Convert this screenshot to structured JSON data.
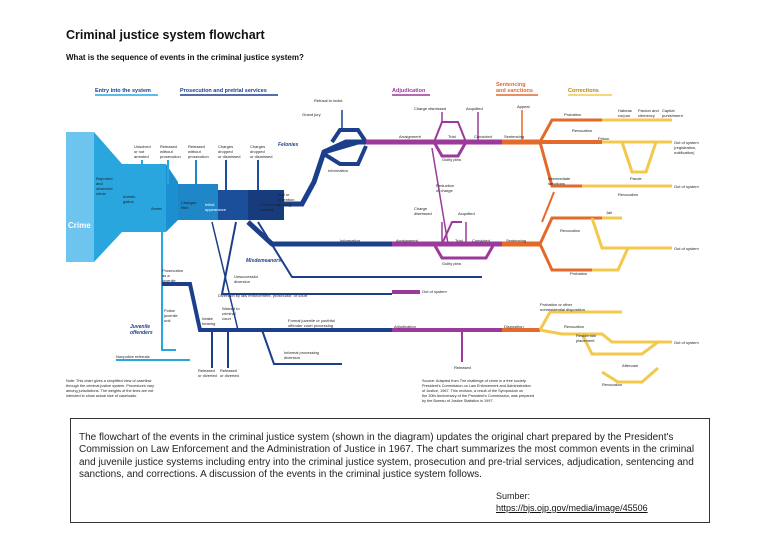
{
  "header": {
    "title": "Criminal justice system flowchart",
    "question": "What is the sequence of events in the criminal justice system?"
  },
  "diagram": {
    "sections": {
      "entry": "Entry into the system",
      "prosecution": "Prosecution and pretrial services",
      "adjudication": "Adjudication",
      "sentencing_1": "Sentencing",
      "sentencing_2": "and sanctions",
      "corrections": "Corrections"
    },
    "colors": {
      "entry": "#2aa6df",
      "entry_light": "#6cc4ef",
      "prosecution": "#1b3f8a",
      "adjudication": "#9b3a9b",
      "sentencing": "#e36a2a",
      "corrections": "#f2c94c"
    },
    "labels": {
      "crime": "Crime",
      "reported_1": "Reported",
      "reported_2": "and",
      "reported_3": "observed",
      "reported_4": "crime",
      "investigation_1": "Investi-",
      "investigation_2": "gation",
      "arrest": "Arrest",
      "unsolved_1": "Unsolved",
      "unsolved_2": "or not",
      "unsolved_3": "arrested",
      "released_wo_1": "Released",
      "released_wo_2": "without",
      "released_wo_3": "prosecution",
      "released_wo_b1": "Released",
      "released_wo_b2": "without",
      "released_wo_b3": "prosecution",
      "charges_dropped_1": "Charges",
      "charges_dropped_2": "dropped",
      "charges_dropped_3": "or dismissed",
      "charges_dropped_b1": "Charges",
      "charges_dropped_b2": "dropped",
      "charges_dropped_b3": "or dismissed",
      "charges_filed_1": "Charges",
      "charges_filed_2": "filed",
      "initial_appearance_1": "Initial",
      "initial_appearance_2": "appearance",
      "preliminary_hearing_1": "Preliminary",
      "preliminary_hearing_2": "hearing",
      "bail_1": "Bail or",
      "bail_2": "detention",
      "bail_3": "hearing",
      "refusal_to_indict": "Refusal to indict",
      "grand_jury": "Grand jury",
      "felonies": "Felonies",
      "information": "Information",
      "information_2": "Information",
      "misdemeanors": "Misdemeanors",
      "unsuccessful_1": "Unsuccessful",
      "unsuccessful_2": "diversion",
      "diversion": "Diversion by law enforcement, prosecutor, or court",
      "out_of_system_div": "Out of system",
      "prosecution_juvenile_1": "Prosecution",
      "prosecution_juvenile_2": "as a",
      "prosecution_juvenile_3": "juvenile",
      "police_juvenile_1": "Police",
      "police_juvenile_2": "juvenile",
      "police_juvenile_3": "unit",
      "juvenile_1": "Juvenile",
      "juvenile_2": "offenders",
      "intake_1": "Intake",
      "intake_2": "hearing",
      "waived_1": "Waived to",
      "waived_2": "criminal",
      "waived_3": "court",
      "nonpolice": "Nonpolice referrals",
      "released_div_1": "Released",
      "released_div_2": "or diverted",
      "released_div_b1": "Released",
      "released_div_b2": "or diverted",
      "formal_juvenile_1": "Formal juvenile or youthful",
      "formal_juvenile_2": "offender court processing",
      "informal_1": "Informal processing",
      "informal_2": "diversion",
      "charge_dismissed": "Charge dismissed",
      "acquitted": "Acquitted",
      "charge_dismissed_2": "Charge",
      "charge_dismissed_3": "dismissed",
      "acquitted_2": "Acquitted",
      "arraignment": "Arraignment",
      "arraignment_2": "Arraignment",
      "trial": "Trial",
      "trial_2": "Trial",
      "convicted": "Convicted",
      "convicted_2": "Convicted",
      "guilty_plea": "Guilty plea",
      "guilty_plea_2": "Guilty plea",
      "reduction_1": "Reduction",
      "reduction_2": "of charge",
      "adjudication_j": "Adjudication",
      "released_j": "Released",
      "appeal": "Appeal",
      "sentencing": "Sentencing",
      "sentencing_2": "Sentencing",
      "disposition": "Disposition",
      "probation": "Probation",
      "probation_2": "Probation",
      "revocation": "Revocation",
      "revocation_2": "Revocation",
      "revocation_3": "Revocation",
      "revocation_4": "Revocation",
      "revocation_5": "Revocation",
      "prison": "Prison",
      "parole": "Parole",
      "habeas_1": "Habeas",
      "habeas_2": "corpus",
      "pardon_1": "Pardon and",
      "pardon_2": "clemency",
      "capital_1": "Capital",
      "capital_2": "punishment",
      "out_1a": "Out of system",
      "out_1b": "(registration,",
      "out_1c": "notification)",
      "intermediate_1": "Intermediate",
      "intermediate_2": "sanctions",
      "out_2": "Out of system",
      "jail": "Jail",
      "out_3": "Out of system",
      "probation_other_1": "Probation or other",
      "probation_other_2": "nonresidential disposition",
      "residential_1": "Residential",
      "residential_2": "placement",
      "aftercare": "Aftercare",
      "out_4": "Out of system",
      "note_1": "Note: This chart gives a simplified view of caseflow",
      "note_2": "through the criminal justice system. Procedures vary",
      "note_3": "among jurisdictions. The weights of the lines are not",
      "note_4": "intended to show actual size of caseloads.",
      "src_1": "Source: Adapted from The challenge of crime in a free society.",
      "src_2": "President's Commission on Law Enforcement and Administration",
      "src_3": "of Justice, 1967. This revision, a result of the Symposium on",
      "src_4": "the 30th Anniversary of the President's Commission, was prepared",
      "src_5": "by the Bureau of Justice Statistics in 1997."
    }
  },
  "description": {
    "text": "The flowchart of the events in the criminal justice system (shown in the diagram) updates the original chart prepared by the President's Commission on Law Enforcement and the Administration of Justice in 1967. The chart summarizes the most common events in the criminal and juvenile justice systems including entry into the criminal justice system, prosecution and pre-trial services, adjudication, sentencing and sanctions, and corrections. A discussion of the events in the criminal justice system follows.",
    "source_label": "Sumber:",
    "source_url": "https://bjs.ojp.gov/media/image/45506"
  }
}
